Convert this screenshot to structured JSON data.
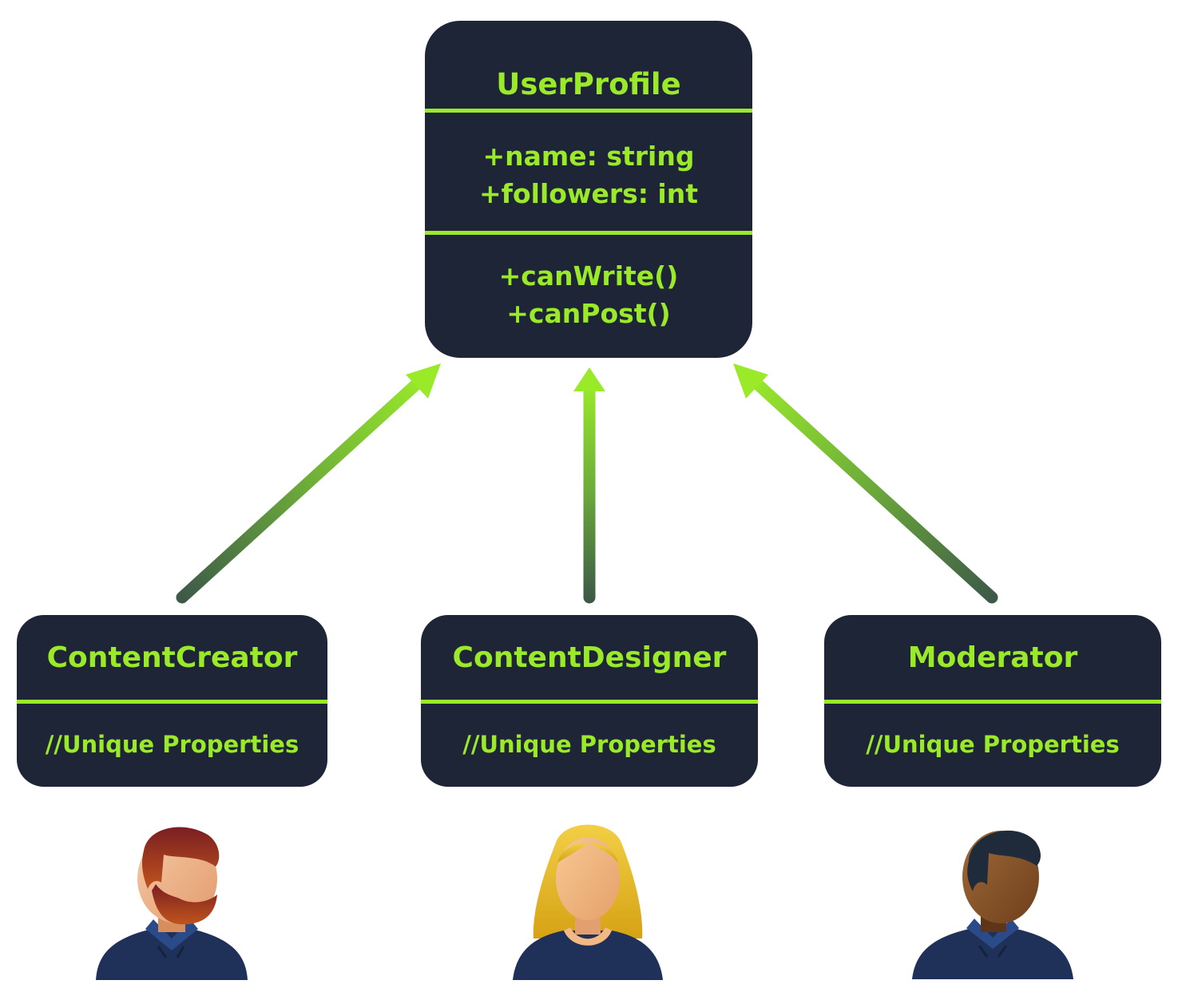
{
  "parent_class": {
    "name": "UserProfile",
    "attributes": [
      "+name: string",
      "+followers: int"
    ],
    "methods": [
      "+canWrite()",
      "+canPost()"
    ]
  },
  "child_classes": [
    {
      "name": "ContentCreator",
      "body": "//Unique Properties"
    },
    {
      "name": "ContentDesigner",
      "body": "//Unique Properties"
    },
    {
      "name": "Moderator",
      "body": "//Unique Properties"
    }
  ],
  "relationships": [
    {
      "from": "ContentCreator",
      "to": "UserProfile",
      "type": "inheritance"
    },
    {
      "from": "ContentDesigner",
      "to": "UserProfile",
      "type": "inheritance"
    },
    {
      "from": "Moderator",
      "to": "UserProfile",
      "type": "inheritance"
    }
  ],
  "avatars": [
    {
      "icon": "bearded-man-icon",
      "hair_color": "#8a2a1e",
      "skin_color": "#f0b48a"
    },
    {
      "icon": "blonde-woman-icon",
      "hair_color": "#e8b820",
      "skin_color": "#f2b984"
    },
    {
      "icon": "dark-skinned-man-icon",
      "hair_color": "#1f2a3a",
      "skin_color": "#8a5228"
    }
  ],
  "colors": {
    "box_background": "#1e2536",
    "accent_green": "#9aea2a",
    "arrow_start": "#3d5a48",
    "shirt_navy": "#1f3158"
  }
}
